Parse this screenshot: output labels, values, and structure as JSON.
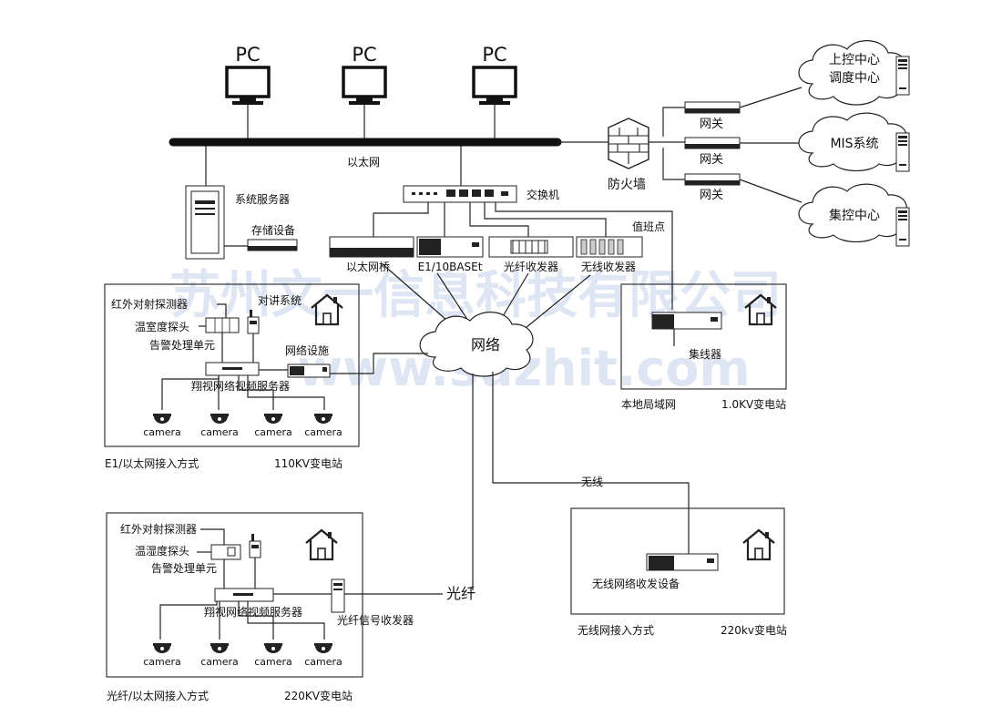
{
  "watermark": {
    "line1": "苏州文一信息科技有限公司",
    "line2": "www.suzhit.com"
  },
  "pcs": [
    {
      "label": "PC"
    },
    {
      "label": "PC"
    },
    {
      "label": "PC"
    }
  ],
  "labels": {
    "ethernet": "以太网",
    "system_server": "系统服务器",
    "storage": "存储设备",
    "switch": "交换机",
    "firewall": "防火墙",
    "duty_point": "值班点",
    "ethernet_bridge": "以太网桥",
    "e1_10baset": "E1/10BASEt",
    "fiber_transceiver": "光纤收发器",
    "wireless_transceiver": "无线收发器",
    "network": "网络",
    "hub": "集线器",
    "local_lan": "本地局域网",
    "wireless": "无线",
    "fiber": "光纤",
    "wireless_net_device": "无线网络收发设备",
    "fiber_signal_transceiver": "光纤信号收发器"
  },
  "gateways": [
    "网关",
    "网关",
    "网关"
  ],
  "clouds": [
    {
      "line1": "上控中心",
      "line2": "调度中心"
    },
    {
      "line1": "MIS系统",
      "line2": ""
    },
    {
      "line1": "集控中心",
      "line2": ""
    }
  ],
  "station_110kv": {
    "infrared": "红外对射探测器",
    "temp_probe": "温室度探头",
    "alarm_unit": "告警处理单元",
    "intercom": "对讲系统",
    "net_facility": "网络设施",
    "video_server": "翔视网络视频服务器",
    "cameras": [
      "camera",
      "camera",
      "camera",
      "camera"
    ],
    "access_mode": "E1/以太网接入方式",
    "station_name": "110KV变电站"
  },
  "station_1kv": {
    "station_name": "1.0KV变电站"
  },
  "station_220kv_fiber": {
    "infrared": "红外对射探测器",
    "temp_probe": "温湿度探头",
    "alarm_unit": "告警处理单元",
    "video_server": "翔视网络视频服务器",
    "cameras": [
      "camera",
      "camera",
      "camera",
      "camera"
    ],
    "access_mode": "光纤/以太网接入方式",
    "station_name": "220KV变电站"
  },
  "station_220kv_wireless": {
    "access_mode": "无线网接入方式",
    "station_name": "220kv变电站"
  }
}
